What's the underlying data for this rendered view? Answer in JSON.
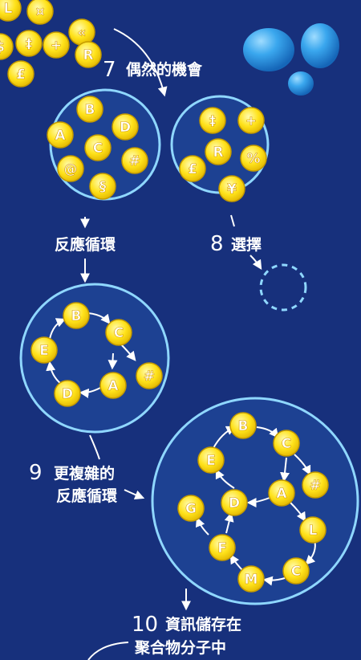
{
  "step7": {
    "number": "7",
    "text": "偶然的機會"
  },
  "step8": {
    "number": "8",
    "text": "選擇"
  },
  "feedback_loop": "反應循環",
  "step9": {
    "number": "9",
    "line1": "更複雜的",
    "line2": "反應循環"
  },
  "step10": {
    "number": "10",
    "line1": "資訊儲存在",
    "line2": "聚合物分子中"
  },
  "top_balls": [
    "L",
    "¤",
    "$",
    "‡",
    "+",
    "«",
    "R",
    "£"
  ],
  "circle_a_balls": [
    "B",
    "A",
    "D",
    "C",
    "@",
    "#",
    "§"
  ],
  "circle_b_balls": [
    "‡",
    "+",
    "R",
    "%",
    "£",
    "¥"
  ],
  "cycle_small_balls": [
    "B",
    "C",
    "E",
    "#",
    "A",
    "D"
  ],
  "cycle_big_balls": [
    "B",
    "C",
    "E",
    "A",
    "#",
    "D",
    "G",
    "L",
    "F",
    "C",
    "M"
  ],
  "colors": {
    "background": "#17307c",
    "ball": "#ffe21a",
    "ball_outline": "#c49a00",
    "circle_fill": "#1d4192",
    "circle_stroke": "#8fd7ff",
    "bubble": "#3aa7ee"
  }
}
